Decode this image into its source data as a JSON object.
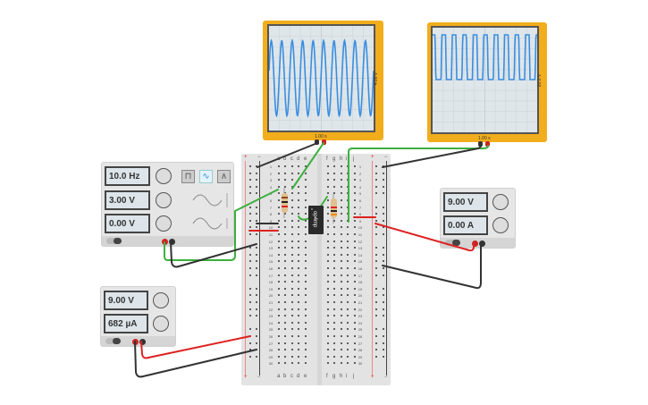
{
  "oscilloscope_1": {
    "volts_label": "4.00 V",
    "time_label": "1.00 s",
    "waveform": "sine",
    "cycles": 10
  },
  "oscilloscope_2": {
    "volts_label": "20.0 V",
    "time_label": "1.00 s",
    "waveform": "clipped",
    "cycles": 10
  },
  "function_generator": {
    "frequency": "10.0 Hz",
    "amplitude": "3.00 V",
    "offset": "0.00 V",
    "wave_buttons": [
      "square",
      "sine",
      "triangle"
    ],
    "selected_wave": "sine",
    "power_label": "on"
  },
  "power_supply_right": {
    "voltage": "9.00 V",
    "current": "0.00 A"
  },
  "power_supply_left": {
    "voltage": "9.00 V",
    "current": "682 µA"
  },
  "breadboard": {
    "columns_left": [
      "a",
      "b",
      "c",
      "d",
      "e"
    ],
    "columns_right": [
      "f",
      "g",
      "h",
      "i",
      "j"
    ],
    "rows": 30,
    "plus": "+",
    "minus": "−"
  },
  "chip": {
    "label": "op4mp"
  },
  "colors": {
    "scope": "#f2ad1c",
    "trace": "#3a8ee0",
    "wire_green": "#3db03d",
    "wire_black": "#333333",
    "wire_red": "#dd2222"
  }
}
